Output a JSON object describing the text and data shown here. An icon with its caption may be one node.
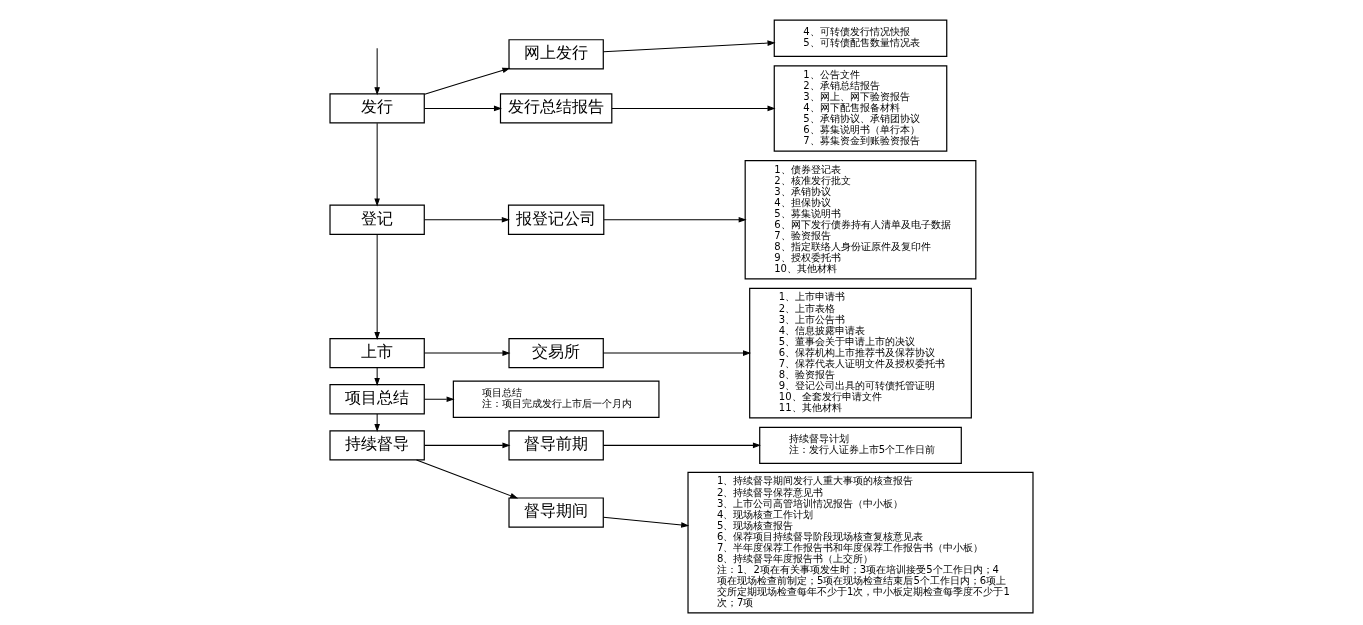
{
  "diagram": {
    "nodes": [
      {
        "text": [
          "发行"
        ]
      },
      {
        "text": [
          "网上发行"
        ]
      },
      {
        "text": [
          "4、可转债发行情况快报",
          "5、可转债配售数量情况表"
        ]
      },
      {
        "text": [
          "发行总结报告"
        ]
      },
      {
        "text": [
          "1、公告文件",
          "2、承销总结报告",
          "3、网上、网下验资报告",
          "4、网下配售报备材料",
          "5、承销协议、承销团协议",
          "6、募集说明书（单行本）",
          "7、募集资金到账验资报告"
        ]
      },
      {
        "text": [
          "登记"
        ]
      },
      {
        "text": [
          "报登记公司"
        ]
      },
      {
        "text": [
          "1、债券登记表",
          "2、核准发行批文",
          "3、承销协议",
          "4、担保协议",
          "5、募集说明书",
          "6、网下发行债券持有人清单及电子数据",
          "7、验资报告",
          "8、指定联络人身份证原件及复印件",
          "9、授权委托书",
          "10、其他材料"
        ]
      },
      {
        "text": [
          "上市"
        ]
      },
      {
        "text": [
          "交易所"
        ]
      },
      {
        "text": [
          "1、上市申请书",
          "2、上市表格",
          "3、上市公告书",
          "4、信息披露申请表",
          "5、董事会关于申请上市的决议",
          "6、保荐机构上市推荐书及保荐协议",
          "7、保荐代表人证明文件及授权委托书",
          "8、验资报告",
          "9、登记公司出具的可转债托管证明",
          "10、全套发行申请文件",
          "11、其他材料"
        ]
      },
      {
        "text": [
          "项目总结"
        ]
      },
      {
        "text": [
          "项目总结",
          "注：项目完成发行上市后一个月内"
        ]
      },
      {
        "text": [
          "督导前期"
        ]
      },
      {
        "text": [
          "持续督导计划",
          "注：发行人证券上市5个工作日前"
        ]
      },
      {
        "text": [
          "持续督导"
        ]
      },
      {
        "text": [
          "督导期间"
        ]
      },
      {
        "text": [
          "1、持续督导期间发行人重大事项的核查报告",
          "2、持续督导保荐意见书",
          "3、上市公司高管培训情况报告（中小板）",
          "4、现场核查工作计划",
          "5、现场核查报告",
          "6、保荐项目持续督导阶段现场核查复核意见表",
          "7、半年度保荐工作报告书和年度保荐工作报告书（中小板）",
          "8、持续督导年度报告书（上交所）",
          "注：1、2项在有关事项发生时；3项在培训接受5个工作日内；4项在现场检查前制定；5项在现场检查结束后5个工作日内；6项上交所定期现场检查每年不少于1次，中小板定期检查每季度不少于1次；7项"
        ]
      }
    ],
    "edges": [
      {
        "from": null,
        "to": 0,
        "arrow": "to"
      },
      {
        "from": 0,
        "to": 1,
        "arrow": "to"
      },
      {
        "from": 0,
        "to": 3,
        "arrow": "to"
      },
      {
        "from": 1,
        "to": 2,
        "arrow": "to"
      },
      {
        "from": 3,
        "to": 4,
        "arrow": "to"
      },
      {
        "from": 0,
        "to": 5,
        "arrow": "to"
      },
      {
        "from": 5,
        "to": 6,
        "arrow": "to"
      },
      {
        "from": 6,
        "to": 7,
        "arrow": "to"
      },
      {
        "from": 5,
        "to": 8,
        "arrow": "to"
      },
      {
        "from": 8,
        "to": 9,
        "arrow": "to"
      },
      {
        "from": 9,
        "to": 10,
        "arrow": "to"
      },
      {
        "from": 8,
        "to": 11,
        "arrow": "to"
      },
      {
        "from": 11,
        "to": 12,
        "arrow": "to"
      },
      {
        "from": 11,
        "to": 15,
        "arrow": "to"
      },
      {
        "from": 15,
        "to": 13,
        "arrow": "to"
      },
      {
        "from": 13,
        "to": 14,
        "arrow": "to"
      },
      {
        "from": 15,
        "to": 16,
        "arrow": "to"
      },
      {
        "from": 16,
        "to": 17,
        "arrow": "to"
      }
    ]
  }
}
